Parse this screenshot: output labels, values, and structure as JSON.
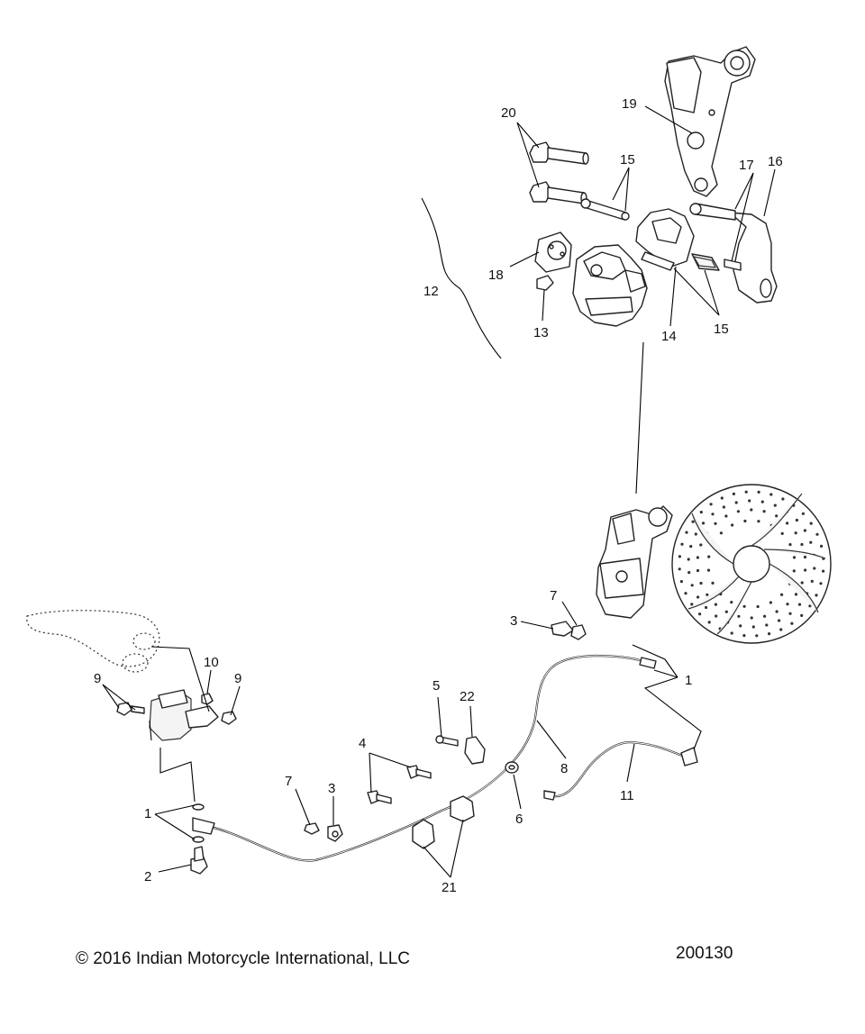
{
  "footer": {
    "copyright": "© 2016 Indian Motorcycle International, LLC",
    "diagram_number": "200130"
  },
  "callouts": {
    "c1a": "1",
    "c1b": "1",
    "c2": "2",
    "c3a": "3",
    "c3b": "3",
    "c4": "4",
    "c5": "5",
    "c6": "6",
    "c7a": "7",
    "c7b": "7",
    "c8": "8",
    "c9a": "9",
    "c9b": "9",
    "c10": "10",
    "c11": "11",
    "c12": "12",
    "c13": "13",
    "c14": "14",
    "c15a": "15",
    "c15b": "15",
    "c16": "16",
    "c17": "17",
    "c18": "18",
    "c19": "19",
    "c20": "20",
    "c21": "21",
    "c22": "22"
  }
}
